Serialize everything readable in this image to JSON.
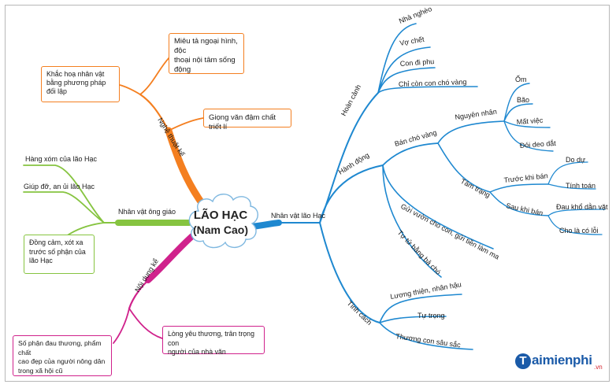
{
  "title": {
    "line1": "LÃO HẠC",
    "line2": "(Nam Cao)"
  },
  "left": {
    "nghe_thuat": {
      "label": "Nghệ thuật kể",
      "color": "#f47f20",
      "box_mieu_ta": [
        "Miêu tả ngoại hình, độc",
        "thoại nội tâm sống động"
      ],
      "box_khac_hoa": [
        "Khắc hoạ nhân vật",
        "bằng phương pháp",
        "đối lập"
      ],
      "box_giong_van": [
        "Giọng văn đậm chất triết lí"
      ]
    },
    "ong_giao": {
      "label": "Nhân vật ông giáo",
      "color": "#86c440",
      "line_hang_xom": "Hàng xóm của lão Hạc",
      "line_giup_do": "Giúp đỡ, an ủi lão Hạc",
      "box_dong_cam": [
        "Đồng cảm, xót xa",
        "trước số phận của",
        "lão Hạc"
      ]
    },
    "noi_dung": {
      "label": "Nội dung kể",
      "color": "#d0228c",
      "box_so_phan": [
        "Số phận đau thương, phẩm chất",
        "cao đẹp của người nông dân",
        "trong xã hội cũ"
      ],
      "box_long_yeu": [
        "Lòng yêu thương, trân trọng con",
        "người của nhà văn"
      ]
    }
  },
  "right": {
    "main_label": "Nhân vật lão Hạc",
    "color": "#1e88d0",
    "hoan_canh": {
      "label": "Hoàn cảnh",
      "items": [
        "Nhà nghèo",
        "Vợ chết",
        "Con đi phu",
        "Chỉ còn con chó vàng"
      ]
    },
    "hanh_dong": {
      "label": "Hành động",
      "ban_cho": "Bán chó vàng",
      "nguyen_nhan": {
        "label": "Nguyên nhân",
        "items": [
          "Ốm",
          "Bão",
          "Mất việc",
          "Đói deo dắt"
        ]
      },
      "tam_trang": {
        "label": "Tâm trạng",
        "truoc": {
          "label": "Trước khi bán",
          "items": [
            "Do dự",
            "Tính toán"
          ]
        },
        "sau": {
          "label": "Sau khi bán",
          "items": [
            "Đau khổ dằn vặt",
            "Cho là có lỗi"
          ]
        }
      },
      "gui_vuon": "Gửi vườn cho con, gửi tiền làm ma",
      "tu_tu": "Tự tử bằng bả chó"
    },
    "tinh_cach": {
      "label": "Tính cách",
      "items": [
        "Lương thiện, nhân hậu",
        "Tự trọng",
        "Thương con sâu sắc"
      ]
    }
  },
  "logo": {
    "mark": "T",
    "name": "aimienphi",
    "tld": ".vn"
  }
}
